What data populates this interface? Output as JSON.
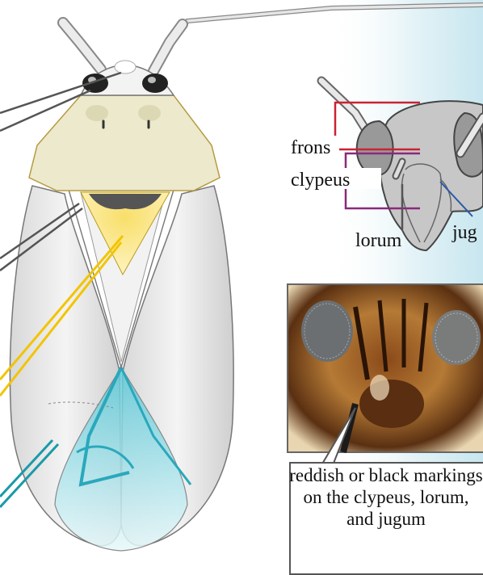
{
  "labels": {
    "frons": "frons",
    "clypeus": "clypeus",
    "lorum": "lorum",
    "jugum": "jug"
  },
  "caption": "reddish or black markings on the clypeus, lorum, and jugum",
  "colors": {
    "frons_bracket": "#cc2233",
    "clypeus_bracket": "#8a2a7a",
    "jugum_line": "#2a5aa8",
    "panel_gradient": "#cfe9f1",
    "pronotum": "#ece9cc",
    "scutellum": "#f5d24a",
    "wing_tip": "#9fdde6",
    "pointer_yellow": "#f2c400",
    "pointer_teal": "#1a9aa8"
  }
}
